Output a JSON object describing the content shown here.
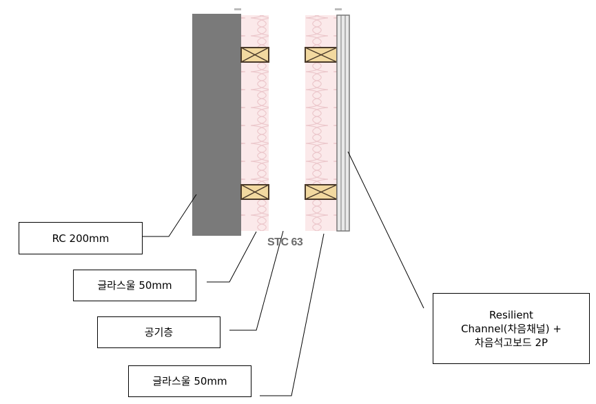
{
  "diagram_title": "STC 63",
  "labels": {
    "rc": "RC 200mm",
    "glasswool_1": "글라스울 50mm",
    "air_layer": "공기층",
    "glasswool_2": "글라스울 50mm",
    "board_line1": "Resilient",
    "board_line2": "Channel(차음채널) +",
    "board_line3": "차음석고보드 2P"
  },
  "colors": {
    "concrete": "#7a7a7a",
    "insulation": "#fbe9ea",
    "stud": "#f2d9a0",
    "board": "#e8e8e8"
  }
}
